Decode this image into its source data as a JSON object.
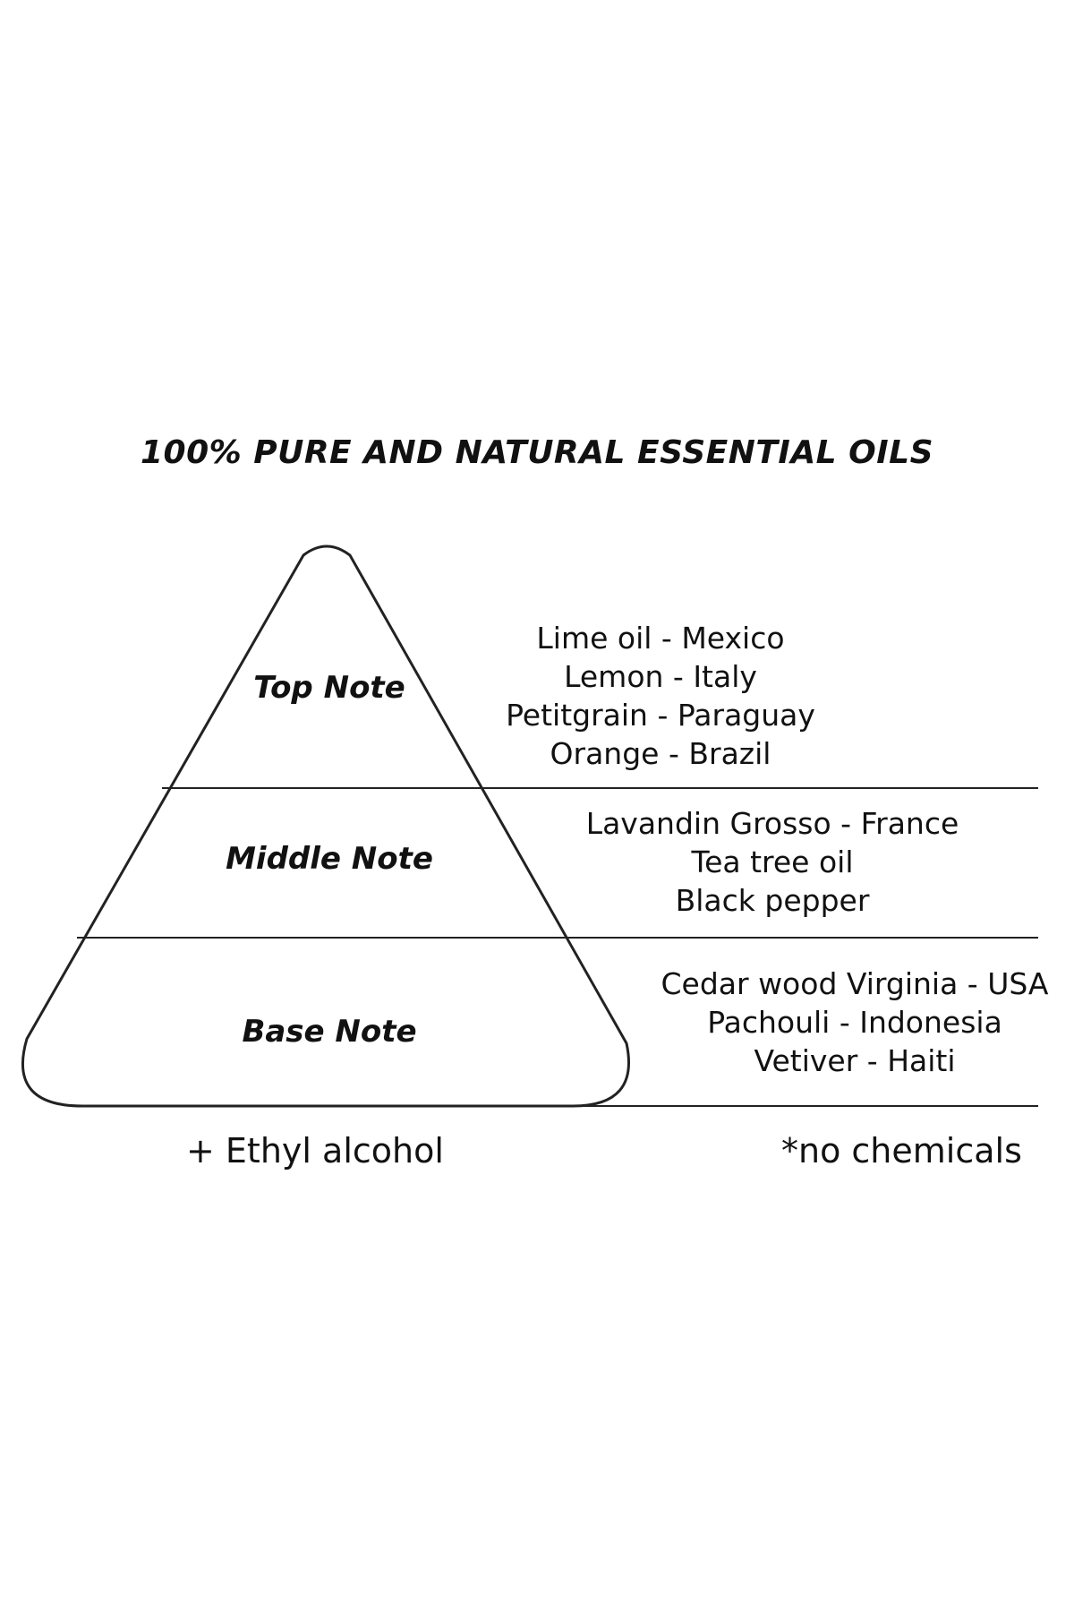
{
  "title": "100% PURE AND NATURAL ESSENTIAL OILS",
  "tiers": [
    {
      "label": "Top Note",
      "ingredients": [
        "Lime oil - Mexico",
        "Lemon - Italy",
        "Petitgrain - Paraguay",
        "Orange - Brazil"
      ]
    },
    {
      "label": "Middle Note",
      "ingredients": [
        "Lavandin Grosso - France",
        "Tea tree oil",
        "Black pepper"
      ]
    },
    {
      "label": "Base Note",
      "ingredients": [
        "Cedar wood Virginia - USA",
        "Pachouli - Indonesia",
        "Vetiver - Haiti"
      ]
    }
  ],
  "footer": {
    "left": "+ Ethyl alcohol",
    "right": "*no chemicals"
  },
  "colors": {
    "line": "#222222",
    "text": "#111111",
    "background": "#ffffff"
  }
}
